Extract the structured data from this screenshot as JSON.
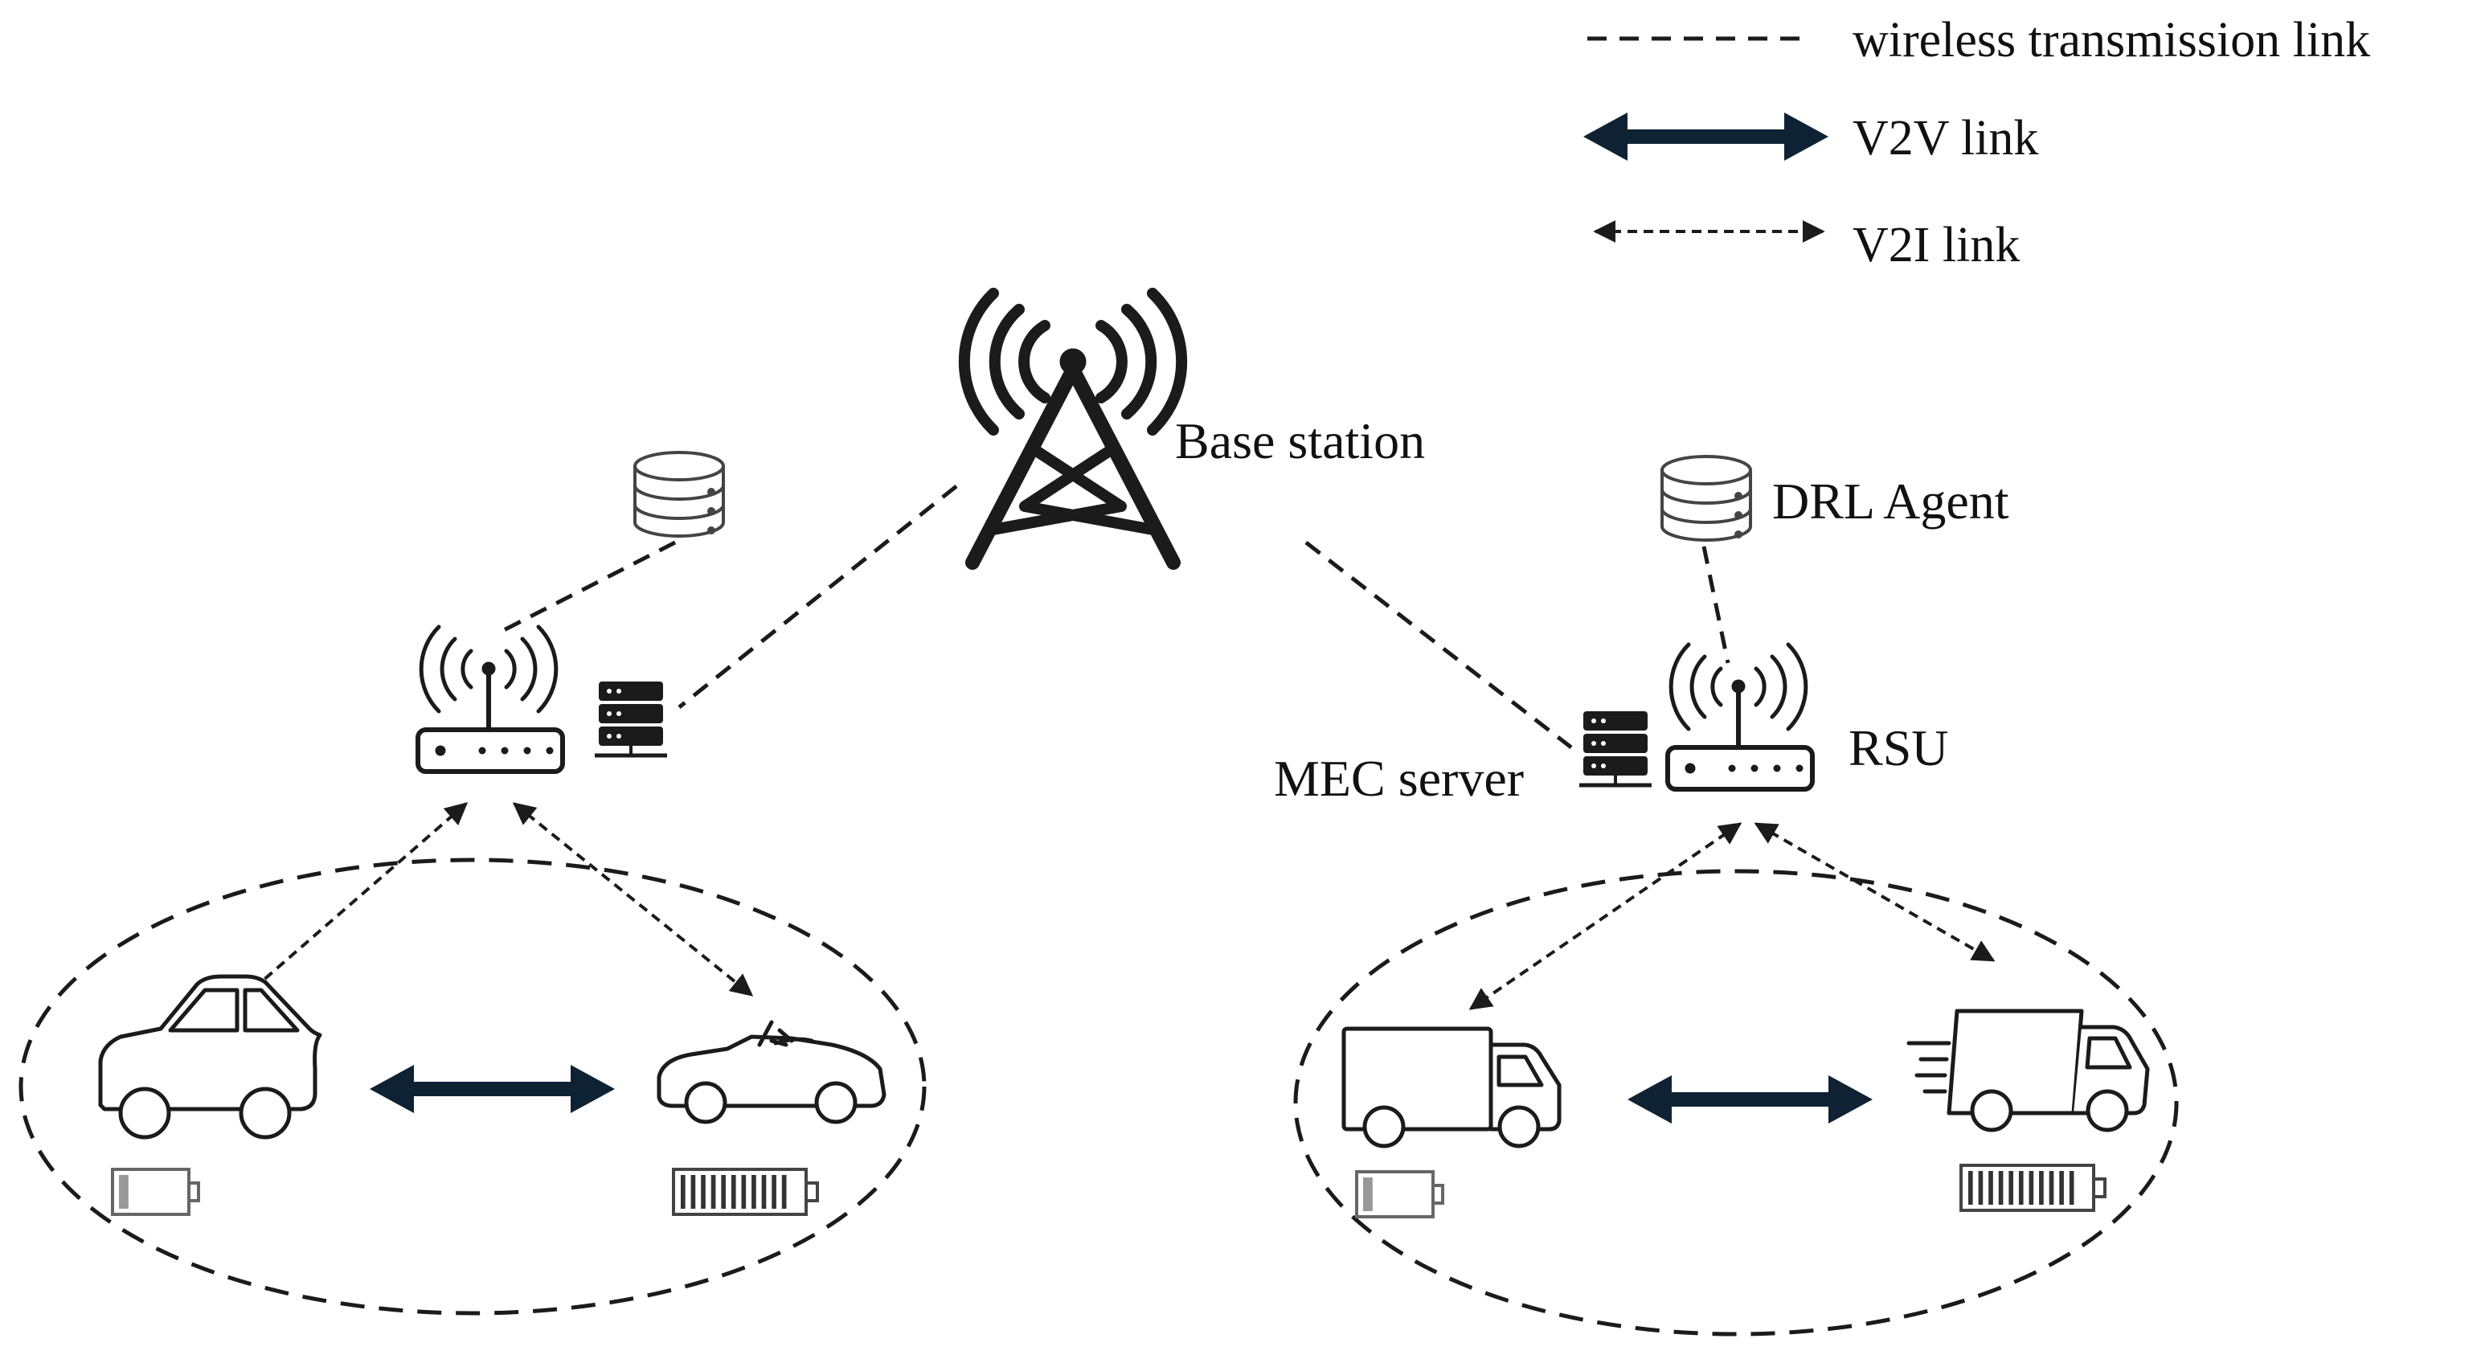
{
  "legend": {
    "wireless": "wireless transmission link",
    "v2v": "V2V link",
    "v2i": "V2I link"
  },
  "nodes": {
    "base_station": "Base station",
    "drl_agent": "DRL Agent",
    "rsu": "RSU",
    "mec_server": "MEC server"
  },
  "colors": {
    "line": "#1b1b1b",
    "v2v_arrow": "#0f2233",
    "battery_outline": "#666666"
  },
  "battery_levels": {
    "sedan": 0.15,
    "convertible": 0.95,
    "truck_left": 0.15,
    "truck_right": 0.95
  }
}
